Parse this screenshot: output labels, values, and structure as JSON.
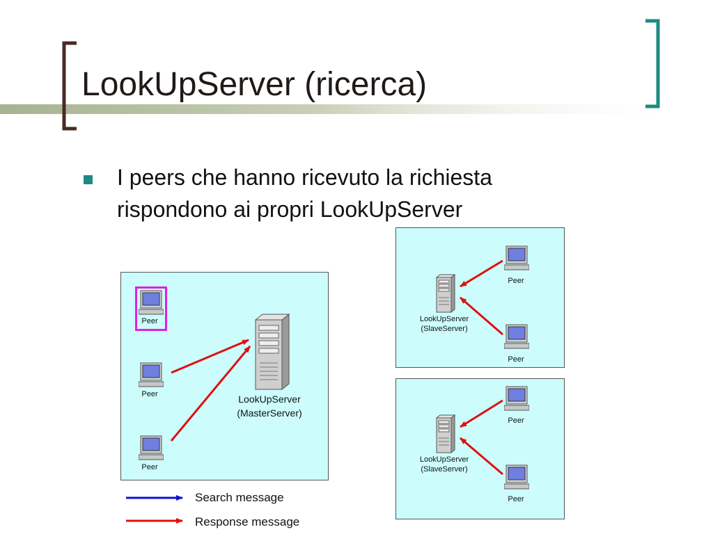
{
  "slide": {
    "title": "LookUpServer (ricerca)",
    "bullet": "I peers che hanno ricevuto la richiesta rispondono ai propri LookUpServer"
  },
  "master": {
    "peer_label": "Peer",
    "server_line1": "LookUpServer",
    "server_line2": "(MasterServer)"
  },
  "slave": {
    "peer_label": "Peer",
    "server_line1": "LookUpServer",
    "server_line2": "(SlaveServer)"
  },
  "legend": {
    "search": "Search message",
    "response": "Response message"
  },
  "colors": {
    "accent": "#1d8b83",
    "box_fill": "#ccfcfc",
    "highlight": "#e020e0",
    "search_arrow": "#1010d0",
    "response_arrow": "#e01010",
    "deco_bar": "#b5bfa0"
  }
}
